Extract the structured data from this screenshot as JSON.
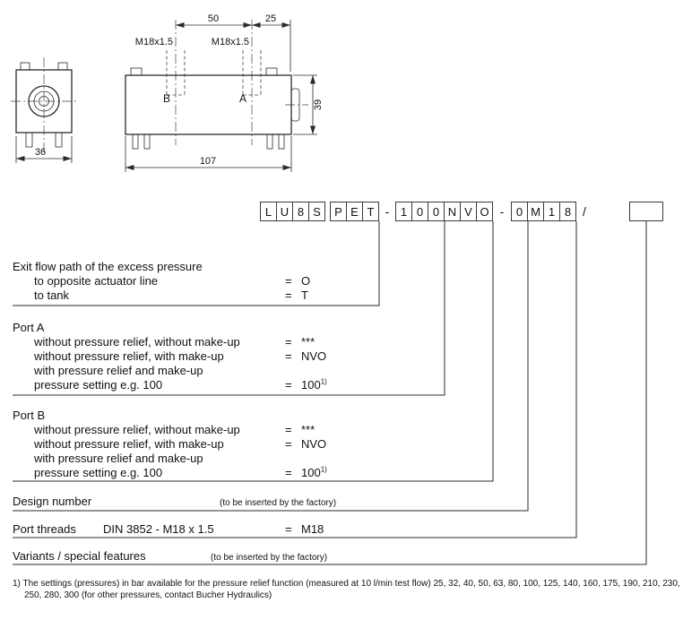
{
  "drawing": {
    "dim_span_ports": "50",
    "dim_port_to_edge": "25",
    "thread_label_b": "M18x1.5",
    "thread_label_a": "M18x1.5",
    "port_label_b": "B",
    "port_label_a": "A",
    "dim_height": "39",
    "dim_width": "36",
    "dim_length": "107"
  },
  "code": {
    "model": [
      "L",
      "U",
      "8",
      "S"
    ],
    "series": [
      "P",
      "E"
    ],
    "exit": "T",
    "dash1": "-",
    "port_a": [
      "1",
      "0",
      "0"
    ],
    "port_b": [
      "N",
      "V",
      "O"
    ],
    "dash2": "-",
    "design": "0",
    "threads": [
      "M",
      "1",
      "8"
    ],
    "slash": "/",
    "variants": ""
  },
  "sections": {
    "exit": {
      "title": "Exit flow path of the excess pressure",
      "rows": [
        {
          "label": "to opposite actuator line",
          "eq": "=",
          "value": "O"
        },
        {
          "label": "to tank",
          "eq": "=",
          "value": "T"
        }
      ]
    },
    "port_a": {
      "title": "Port A",
      "rows": [
        {
          "label": "without pressure relief, without make-up",
          "eq": "=",
          "value": "***"
        },
        {
          "label": "without pressure relief, with make-up",
          "eq": "=",
          "value": "NVO"
        },
        {
          "label": "with pressure relief and make-up",
          "eq": "",
          "value": ""
        },
        {
          "label": "pressure setting  e.g. 100",
          "eq": "=",
          "value": "100",
          "sup": "1)"
        }
      ]
    },
    "port_b": {
      "title": "Port B",
      "rows": [
        {
          "label": "without pressure relief, without make-up",
          "eq": "=",
          "value": "***"
        },
        {
          "label": "without pressure relief, with make-up",
          "eq": "=",
          "value": "NVO"
        },
        {
          "label": "with pressure relief and make-up",
          "eq": "",
          "value": ""
        },
        {
          "label": "pressure setting  e.g. 100",
          "eq": "=",
          "value": "100",
          "sup": "1)"
        }
      ]
    },
    "design": {
      "title": "Design number",
      "note": "(to be inserted by the factory)"
    },
    "threads": {
      "title": "Port threads",
      "spec": "DIN 3852 - M18 x 1.5",
      "eq": "=",
      "value": "M18"
    },
    "variants": {
      "title": "Variants / special features",
      "note": "(to be inserted by the factory)"
    }
  },
  "footnote": {
    "text": "1) The settings (pressures) in bar available for the pressure relief function (measured at 10 l/min test flow) 25, 32, 40, 50, 63, 80, 100, 125, 140, 160, 175, 190, 210, 230, 250, 280, 300 (for other pressures, contact Bucher Hydraulics)"
  }
}
